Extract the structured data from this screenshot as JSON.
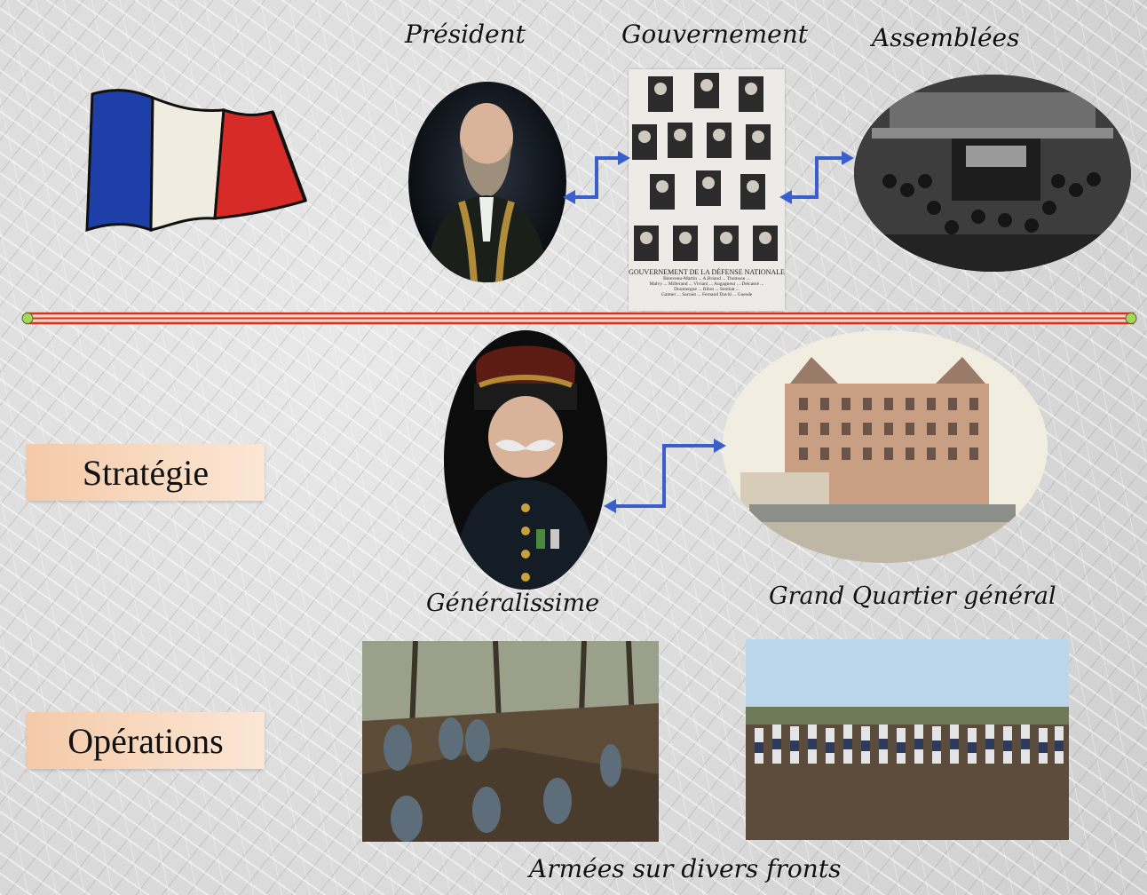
{
  "labels": {
    "president": "Président",
    "gouvernement": "Gouvernement",
    "assemblees": "Assemblées",
    "generalissime": "Généralissime",
    "gqg": "Grand Quartier général",
    "armees": "Armées sur divers fronts"
  },
  "tags": {
    "strategie": "Stratégie",
    "operations": "Opérations"
  },
  "gov_photo": {
    "caption_title": "Gouvernement de la Défense Nationale",
    "caption_lines": [
      "Bienvenu-Martin ... A.Briand ... Thomson ...",
      "Malvy ... Millerand ... Viviani ... Augagneur ... Delcassé ...",
      "Doumergue ... Ribot ... Sembat ...",
      "Gaimer ... Sarraut ... Fernand David ... Guesde"
    ]
  },
  "colors": {
    "arrow": "#3a5fcd",
    "divider": "#d9331f",
    "node": "#a6d65a",
    "flag_blue": "#1f3fa8",
    "flag_white": "#f1ece0",
    "flag_red": "#d62b27",
    "tag_bg": "#f6d2b5"
  }
}
